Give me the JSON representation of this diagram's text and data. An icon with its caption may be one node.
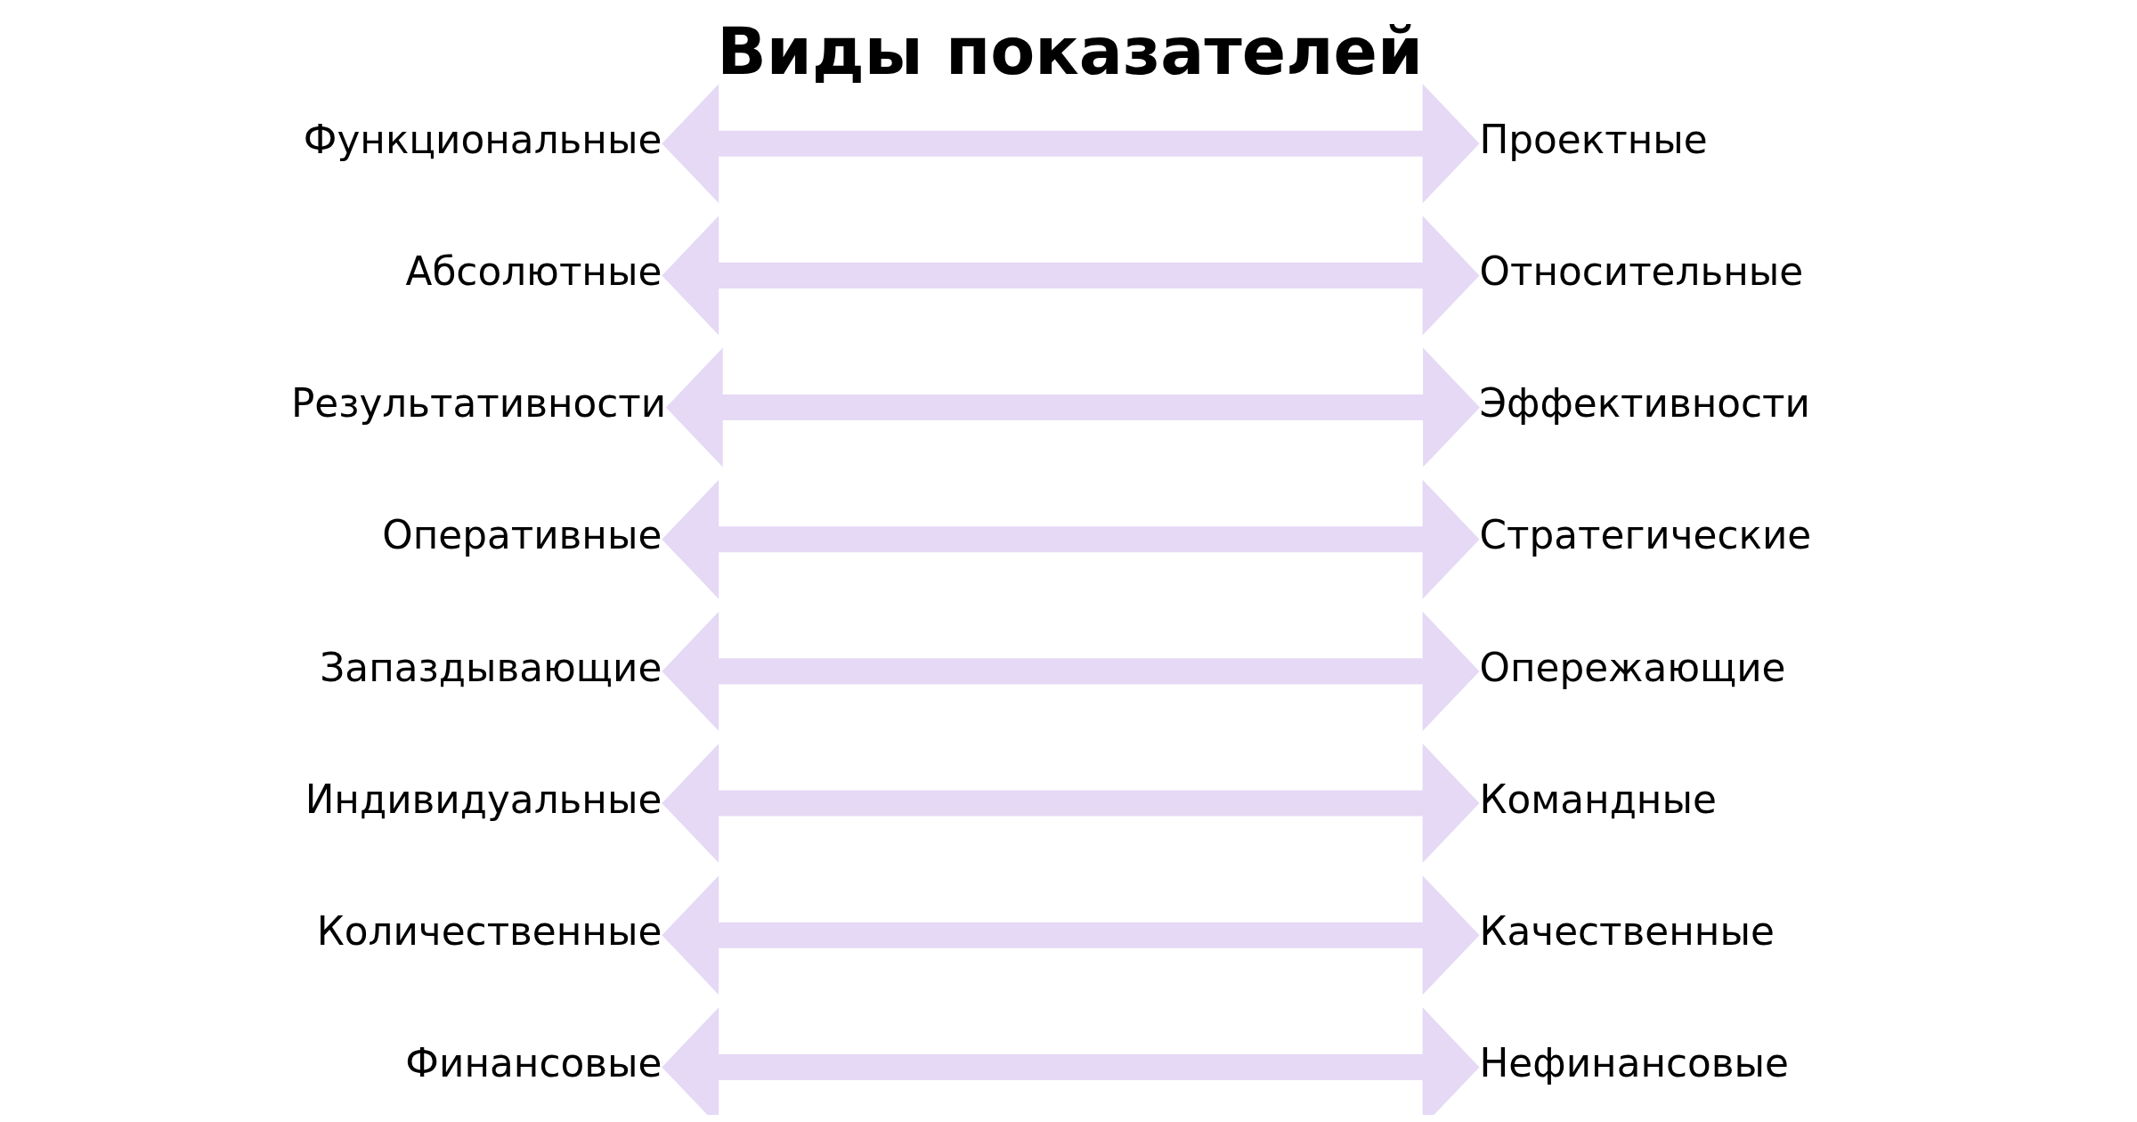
{
  "diagram": {
    "title": "Виды показателей",
    "nodes": [
      {
        "text": [
          "Финансовые"
        ]
      },
      {
        "text": [
          "Нефинансовые"
        ]
      },
      {
        "text": [
          "Количественные"
        ]
      },
      {
        "text": [
          "Качественные"
        ]
      },
      {
        "text": [
          "Индивидуальные"
        ]
      },
      {
        "text": [
          "Командные"
        ]
      },
      {
        "text": [
          "Запаздывающие"
        ]
      },
      {
        "text": [
          "Опережающие"
        ]
      },
      {
        "text": [
          "Оперативные"
        ]
      },
      {
        "text": [
          "Стратегические"
        ]
      },
      {
        "text": [
          "Результативности"
        ]
      },
      {
        "text": [
          "Эффективности"
        ]
      },
      {
        "text": [
          "Абсолютные"
        ]
      },
      {
        "text": [
          "Относительные"
        ]
      },
      {
        "text": [
          "Функциональные"
        ]
      },
      {
        "text": [
          "Проектные"
        ]
      }
    ],
    "edges": [
      {
        "from": 0,
        "to": 1,
        "arrow": "both"
      },
      {
        "from": 2,
        "to": 3,
        "arrow": "both"
      },
      {
        "from": 4,
        "to": 5,
        "arrow": "both"
      },
      {
        "from": 6,
        "to": 7,
        "arrow": "both"
      },
      {
        "from": 8,
        "to": 9,
        "arrow": "both"
      },
      {
        "from": 10,
        "to": 11,
        "arrow": "both"
      },
      {
        "from": 12,
        "to": 13,
        "arrow": "both"
      },
      {
        "from": 14,
        "to": 15,
        "arrow": "both"
      }
    ]
  }
}
